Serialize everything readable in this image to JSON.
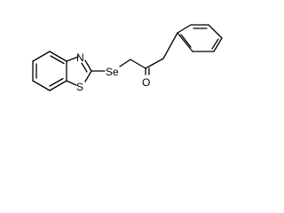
{
  "molecule": {
    "atoms": {
      "nitrogen": "N",
      "sulfur": "S",
      "selenium": "Se",
      "oxygen": "O"
    }
  }
}
